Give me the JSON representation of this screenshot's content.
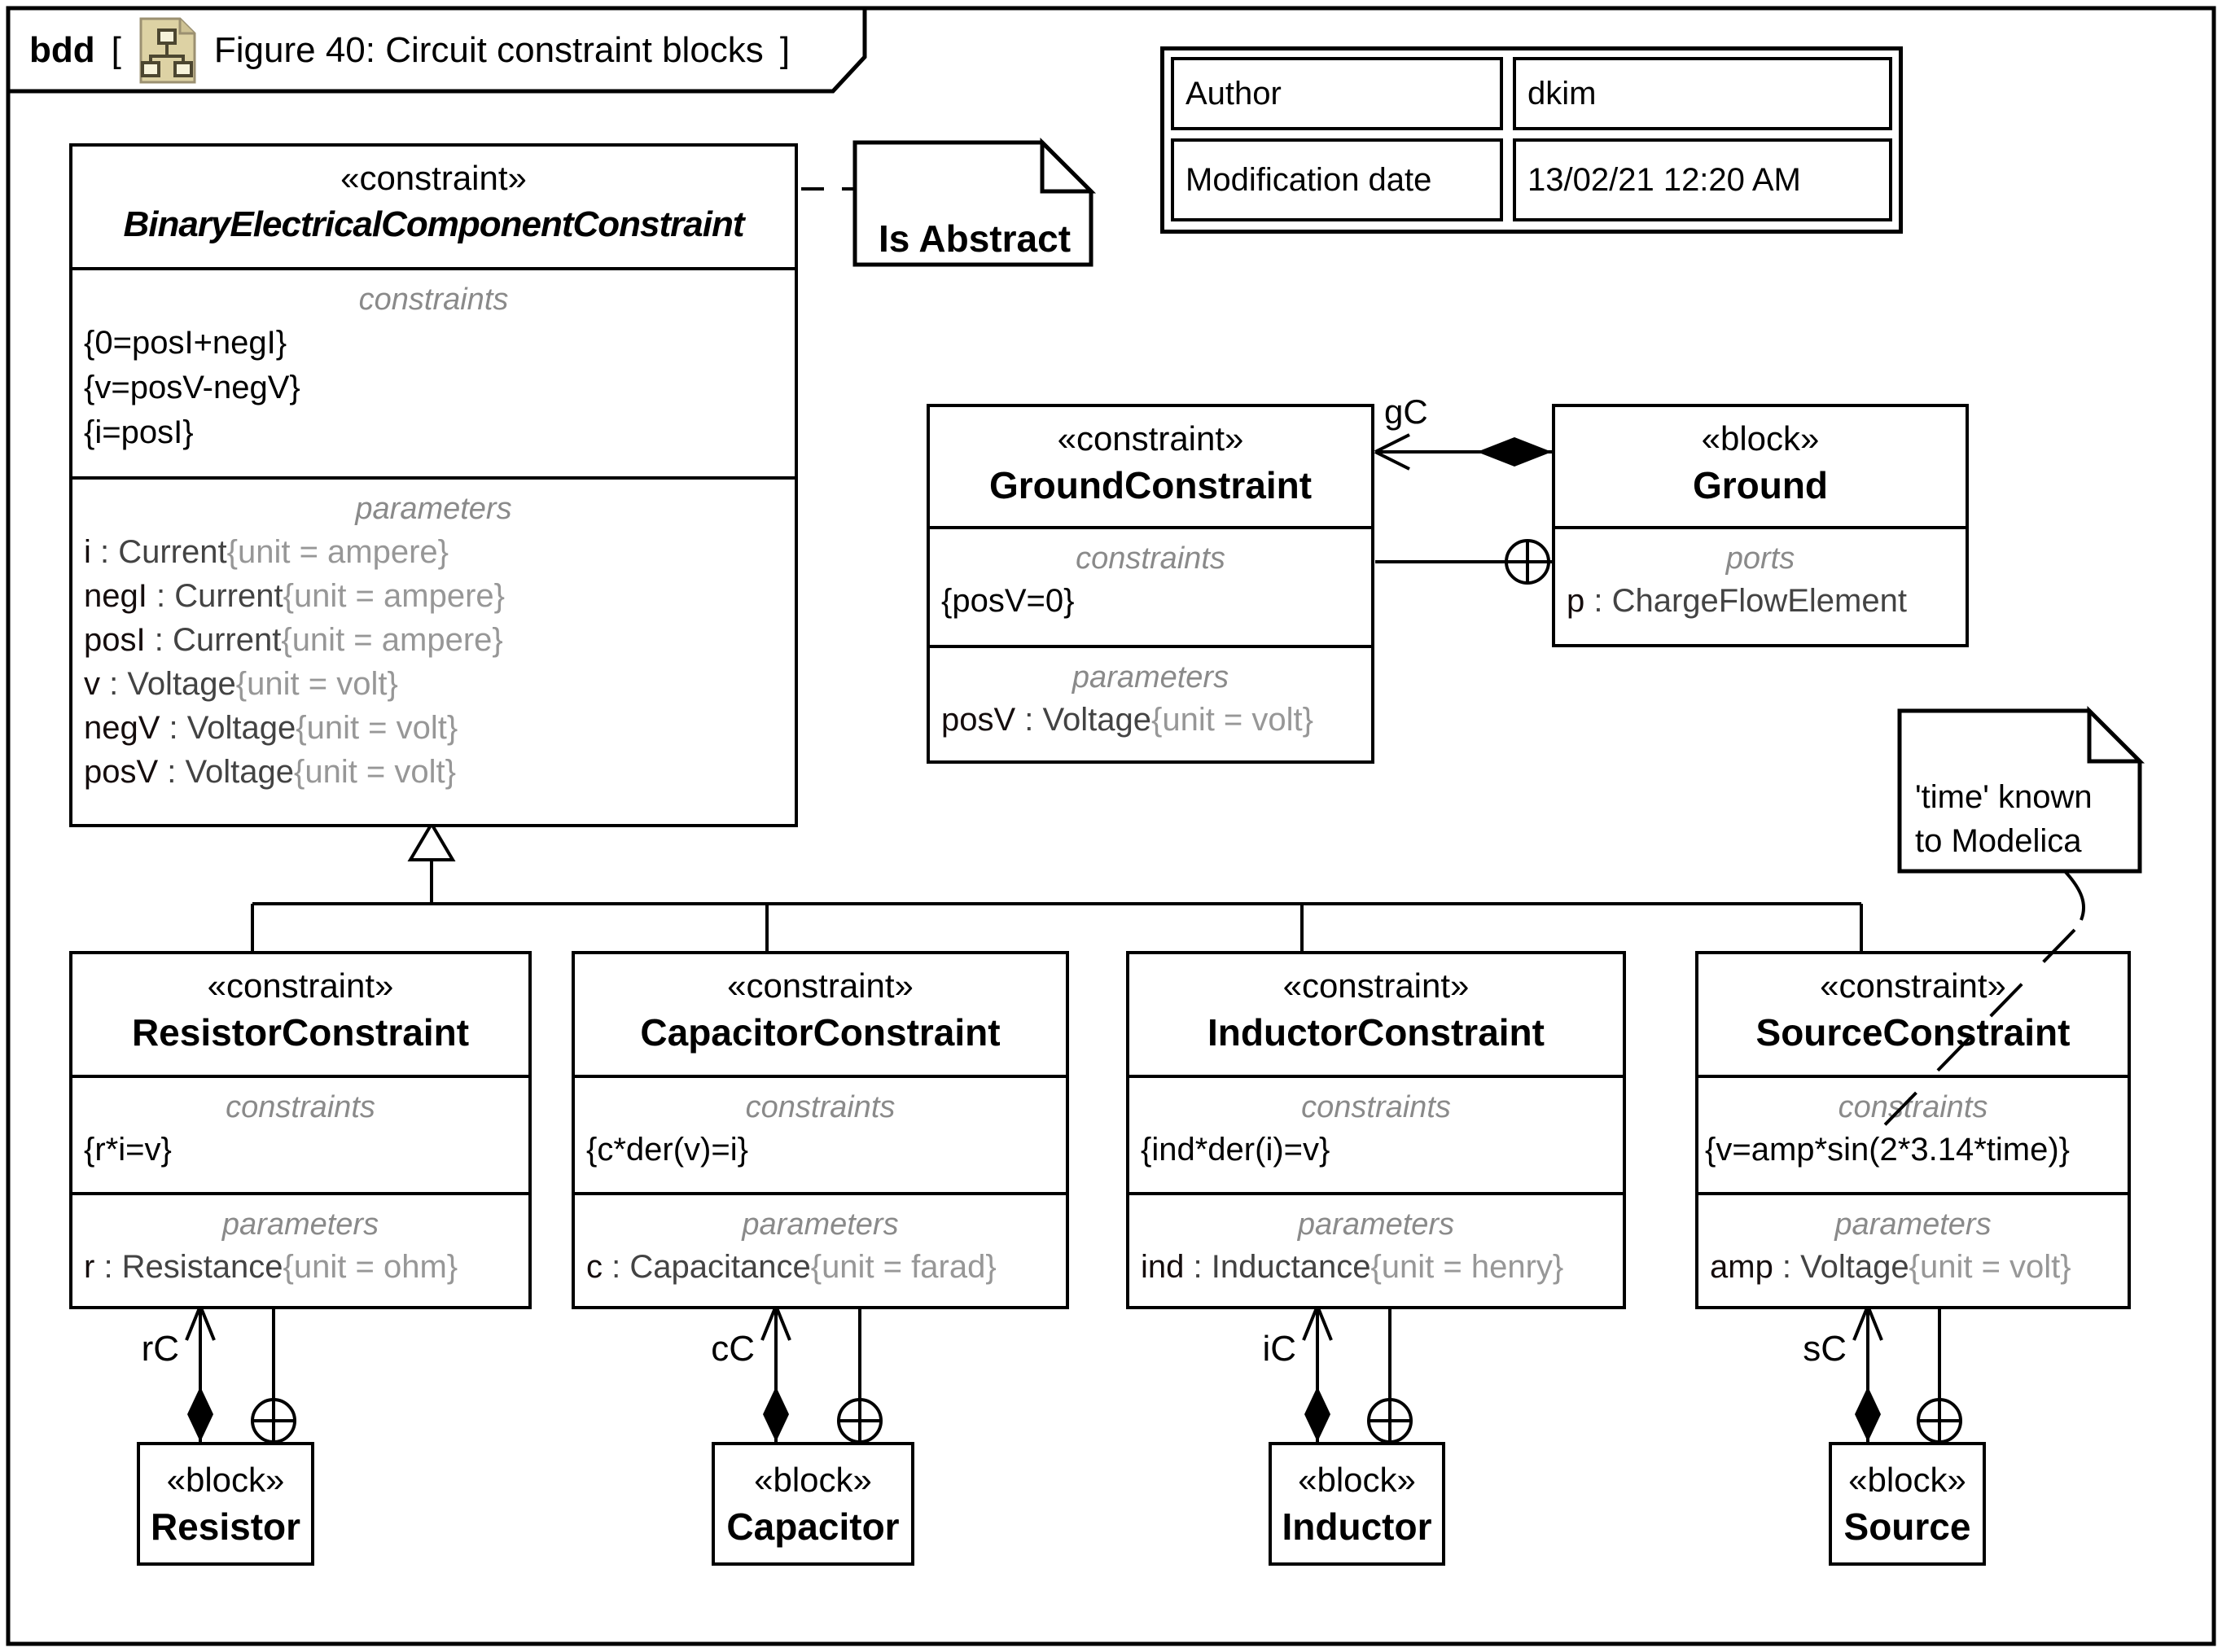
{
  "frame": {
    "keyword": "bdd",
    "open_bracket": "[",
    "title": "Figure 40: Circuit constraint blocks",
    "close_bracket": "]"
  },
  "metadata_table": {
    "rows": [
      {
        "label": "Author",
        "value": "dkim"
      },
      {
        "label": "Modification date",
        "value": "13/02/21 12:20 AM"
      }
    ]
  },
  "labels": {
    "constraints": "constraints",
    "parameters": "parameters",
    "ports": "ports"
  },
  "notes": {
    "is_abstract": {
      "text": "Is Abstract"
    },
    "time_note": {
      "line1": "'time' known",
      "line2": "to Modelica"
    }
  },
  "connectors": {
    "gc_label": "gC",
    "rc_label": "rC",
    "cc_label": "cC",
    "ic_label": "iC",
    "sc_label": "sC"
  },
  "blocks": {
    "binary": {
      "stereotype": "«constraint»",
      "name": "BinaryElectricalComponentConstraint",
      "constraints": [
        "{0=posI+negI}",
        "{v=posV-negV}",
        "{i=posI}"
      ],
      "parameters": [
        {
          "name": "i",
          "type": " : Current",
          "unit": "{unit = ampere}"
        },
        {
          "name": "negI",
          "type": " : Current",
          "unit": "{unit = ampere}"
        },
        {
          "name": "posI",
          "type": " : Current",
          "unit": "{unit = ampere}"
        },
        {
          "name": "v",
          "type": " : Voltage",
          "unit": "{unit = volt}"
        },
        {
          "name": "negV",
          "type": " : Voltage",
          "unit": "{unit = volt}"
        },
        {
          "name": "posV",
          "type": " : Voltage",
          "unit": "{unit = volt}"
        }
      ]
    },
    "ground_constraint": {
      "stereotype": "«constraint»",
      "name": "GroundConstraint",
      "constraints": [
        "{posV=0}"
      ],
      "parameters": [
        {
          "name": "posV",
          "type": " : Voltage",
          "unit": "{unit = volt}"
        }
      ]
    },
    "ground": {
      "stereotype": "«block»",
      "name": "Ground",
      "ports": [
        {
          "name": "p",
          "type": " : ChargeFlowElement"
        }
      ]
    },
    "resistor_constraint": {
      "stereotype": "«constraint»",
      "name": "ResistorConstraint",
      "constraints": [
        "{r*i=v}"
      ],
      "parameters": [
        {
          "name": "r",
          "type": " : Resistance",
          "unit": "{unit = ohm}"
        }
      ]
    },
    "capacitor_constraint": {
      "stereotype": "«constraint»",
      "name": "CapacitorConstraint",
      "constraints": [
        "{c*der(v)=i}"
      ],
      "parameters": [
        {
          "name": "c",
          "type": " : Capacitance",
          "unit": "{unit = farad}"
        }
      ]
    },
    "inductor_constraint": {
      "stereotype": "«constraint»",
      "name": "InductorConstraint",
      "constraints": [
        "{ind*der(i)=v}"
      ],
      "parameters": [
        {
          "name": "ind",
          "type": " : Inductance",
          "unit": "{unit = henry}"
        }
      ]
    },
    "source_constraint": {
      "stereotype": "«constraint»",
      "name": "SourceConstraint",
      "constraints": [
        "{v=amp*sin(2*3.14*time)}"
      ],
      "parameters": [
        {
          "name": "amp",
          "type": " : Voltage",
          "unit": "{unit = volt}"
        }
      ]
    },
    "resistor": {
      "stereotype": "«block»",
      "name": "Resistor"
    },
    "capacitor": {
      "stereotype": "«block»",
      "name": "Capacitor"
    },
    "inductor": {
      "stereotype": "«block»",
      "name": "Inductor"
    },
    "source": {
      "stereotype": "«block»",
      "name": "Source"
    }
  },
  "colors": {
    "line": "#000000",
    "label_gray": "#8a8a8a",
    "unit_gray": "#979797",
    "icon_tan": "#ddd2a4",
    "icon_olive": "#4c4630"
  }
}
